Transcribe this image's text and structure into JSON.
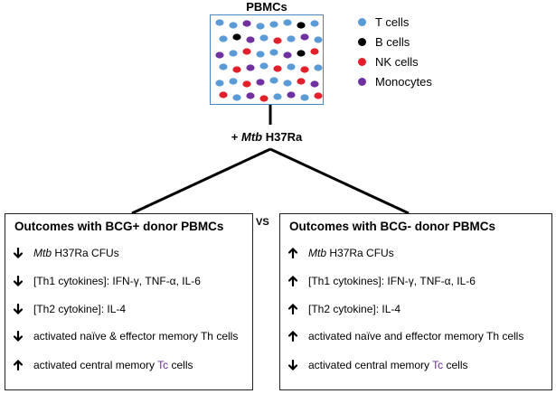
{
  "title": "PBMCs",
  "legend": [
    {
      "label": "T cells",
      "color": "#5b9bd5"
    },
    {
      "label": "B cells",
      "color": "#000000"
    },
    {
      "label": "NK cells",
      "color": "#e0202a"
    },
    {
      "label": "Monocytes",
      "color": "#7030a0"
    }
  ],
  "treatment": {
    "prefix": "+ ",
    "organism": "Mtb",
    "strain": " H37Ra"
  },
  "vs_label": "VS",
  "left_panel": {
    "title": "Outcomes with BCG+ donor PBMCs",
    "items": [
      {
        "direction": "down",
        "italic": "Mtb",
        "text": " H37Ra CFUs",
        "accent": "",
        "suffix": ""
      },
      {
        "direction": "down",
        "italic": "",
        "text": "[Th1 cytokines]: IFN-γ,  TNF-α, IL-6",
        "accent": "",
        "suffix": ""
      },
      {
        "direction": "down",
        "italic": "",
        "text": "[Th2 cytokine]:    IL-4",
        "accent": "",
        "suffix": ""
      },
      {
        "direction": "down",
        "italic": "",
        "text": "activated naïve & effector memory Th cells",
        "accent": "",
        "suffix": ""
      },
      {
        "direction": "up",
        "italic": "",
        "text": "activated central memory ",
        "accent": "Tc",
        "suffix": " cells"
      }
    ]
  },
  "right_panel": {
    "title": "Outcomes with BCG- donor PBMCs",
    "items": [
      {
        "direction": "up",
        "italic": "Mtb",
        "text": " H37Ra CFUs",
        "accent": "",
        "suffix": ""
      },
      {
        "direction": "up",
        "italic": "",
        "text": "[Th1 cytokines]: IFN-γ,  TNF-α, IL-6",
        "accent": "",
        "suffix": ""
      },
      {
        "direction": "up",
        "italic": "",
        "text": "[Th2 cytokine]:    IL-4",
        "accent": "",
        "suffix": ""
      },
      {
        "direction": "up",
        "italic": "",
        "text": "activated naïve and effector memory Th cells",
        "accent": "",
        "suffix": ""
      },
      {
        "direction": "down",
        "italic": "",
        "text": "activated central memory ",
        "accent": "Tc",
        "suffix": " cells"
      }
    ]
  }
}
